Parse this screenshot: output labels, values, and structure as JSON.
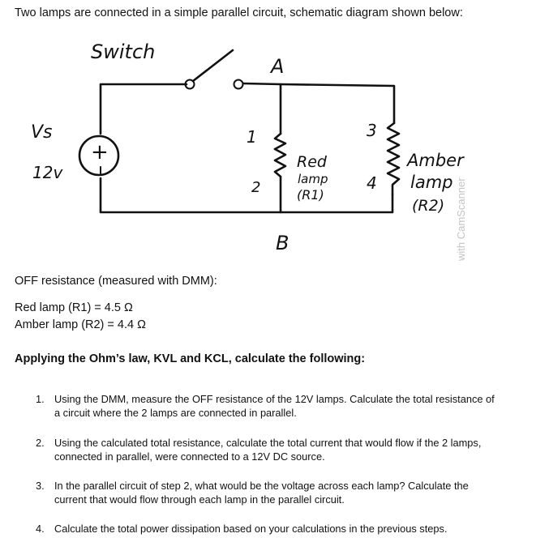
{
  "intro": "Two lamps are connected in a simple parallel circuit, schematic diagram shown below:",
  "diagram": {
    "switch_label": "Switch",
    "node_a": "A",
    "node_b": "B",
    "source_label": "Vs",
    "source_value": "12v",
    "source_polarity": "+",
    "terminal_1": "1",
    "terminal_2": "2",
    "terminal_3": "3",
    "terminal_4": "4",
    "red_lamp_line1": "Red",
    "red_lamp_line2": "lamp",
    "red_lamp_line3": "(R1)",
    "amber_lamp_line1": "Amber",
    "amber_lamp_line2": "lamp",
    "amber_lamp_line3": "(R2)",
    "watermark": "with CamScanner"
  },
  "off_resistance_title": "OFF resistance (measured with DMM):",
  "resistances": {
    "r1": "Red lamp (R1) = 4.5 Ω",
    "r2": "Amber lamp (R2) = 4.4 Ω"
  },
  "task_heading": "Applying the Ohm’s law, KVL and KCL, calculate the following:",
  "steps": [
    {
      "num": "1.",
      "line1": "Using the DMM, measure the OFF resistance of the 12V lamps. Calculate the total resistance of",
      "line2": "a circuit where the 2 lamps are connected in parallel."
    },
    {
      "num": "2.",
      "line1": "Using the calculated total resistance, calculate the total current that would flow if the 2 lamps,",
      "line2": "connected in parallel, were connected to a 12V DC source."
    },
    {
      "num": "3.",
      "line1": "In the parallel circuit of step 2, what would be the voltage across each lamp? Calculate the",
      "line2": "current that would flow through each lamp in the parallel circuit."
    },
    {
      "num": "4.",
      "line1": "Calculate the total power dissipation based on your calculations in the previous steps.",
      "line2": ""
    }
  ]
}
